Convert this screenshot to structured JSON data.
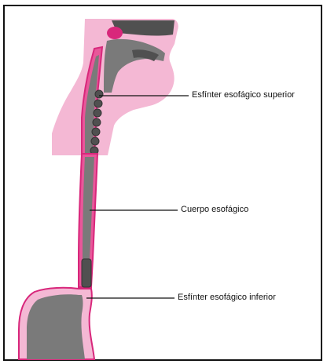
{
  "labels": {
    "upper_sphincter": "Esfínter esofágico superior",
    "body": "Cuerpo esofágico",
    "lower_sphincter": "Esfínter esofágico inferior"
  },
  "colors": {
    "pink_light": "#f4b8d4",
    "pink": "#e8579a",
    "magenta": "#d8277b",
    "gray": "#7a7a7a",
    "gray_dark": "#505050",
    "outline": "#111111"
  }
}
